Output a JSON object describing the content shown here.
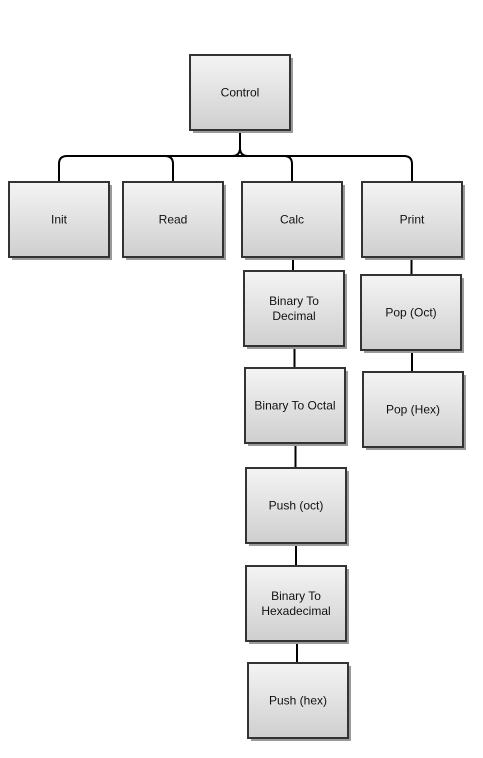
{
  "diagram": {
    "type": "hierarchy",
    "nodes": {
      "control": "Control",
      "init": "Init",
      "read": "Read",
      "calc": "Calc",
      "print": "Print",
      "bin_to_dec": "Binary To\nDecimal",
      "bin_to_oct": "Binary To Octal",
      "push_oct": "Push (oct)",
      "bin_to_hex": "Binary To\nHexadecimal",
      "push_hex": "Push (hex)",
      "pop_oct": "Pop (Oct)",
      "pop_hex": "Pop (Hex)"
    },
    "edges": [
      [
        "control",
        "init"
      ],
      [
        "control",
        "read"
      ],
      [
        "control",
        "calc"
      ],
      [
        "control",
        "print"
      ],
      [
        "calc",
        "bin_to_dec"
      ],
      [
        "bin_to_dec",
        "bin_to_oct"
      ],
      [
        "bin_to_oct",
        "push_oct"
      ],
      [
        "push_oct",
        "bin_to_hex"
      ],
      [
        "bin_to_hex",
        "push_hex"
      ],
      [
        "print",
        "pop_oct"
      ],
      [
        "pop_oct",
        "pop_hex"
      ]
    ],
    "colors": {
      "box_top": "#f4f4f4",
      "box_bottom": "#cfcfcf",
      "border": "#333333",
      "shadow": "#9a9a9a",
      "connector": "#000000"
    }
  }
}
